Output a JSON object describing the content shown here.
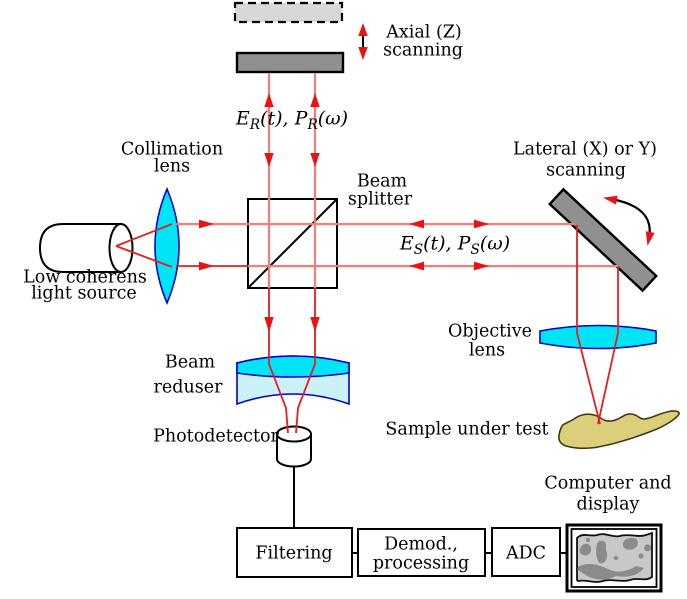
{
  "colors": {
    "ray": "#e81e1e",
    "raySoft": "#f47c7c",
    "arrow": "#ed1111",
    "lens": "#00e5f6",
    "lensPale": "#ccf2f9",
    "lensStroke": "#0000d0",
    "mirror": "#909090",
    "mirrorGhost": "#d8d8d8",
    "sample": "#dccf7b",
    "sampleStroke": "#403912",
    "imgBg": "#c8c8c8",
    "imgBlob": "#8b8b8b"
  },
  "labels": {
    "axial": [
      "Axial (Z)",
      "scanning"
    ],
    "collimation": [
      "Collimation",
      "lens"
    ],
    "low_coherence": [
      "Low coherens",
      "light source"
    ],
    "beam_splitter": [
      "Beam",
      "splitter"
    ],
    "lateral": [
      "Lateral (X) or Y)",
      "scanning"
    ],
    "objective": [
      "Objective",
      "lens"
    ],
    "sample": "Sample under test",
    "beam_reducer": [
      "Beam",
      "reduser"
    ],
    "photodetector": "Photodetector",
    "computer": [
      "Computer and",
      "display"
    ],
    "filtering": "Filtering",
    "demod": [
      "Demod.,",
      "processing"
    ],
    "adc": "ADC"
  },
  "formulas": {
    "reference": {
      "e": "E",
      "e_sub": "R",
      "mid": "(t), ",
      "p": "P",
      "p_sub": "R",
      "tail": "(ω)"
    },
    "sample": {
      "e": "E",
      "e_sub": "S",
      "mid": "(t), ",
      "p": "P",
      "p_sub": "S",
      "tail": "(ω)"
    }
  }
}
